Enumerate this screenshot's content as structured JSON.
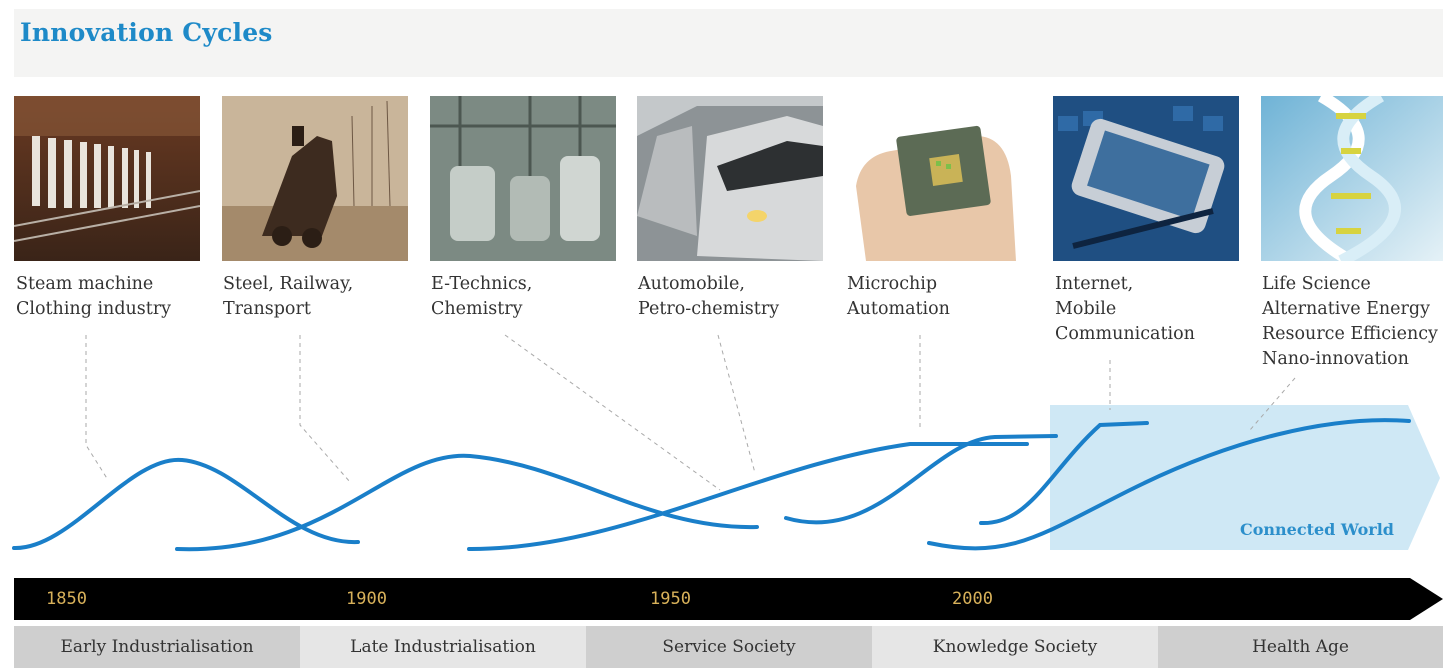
{
  "title": "Innovation Cycles",
  "eras": [
    {
      "lines": [
        "Steam machine",
        "Clothing industry"
      ],
      "image": "spinning-machine-image"
    },
    {
      "lines": [
        "Steel, Railway,",
        "Transport"
      ],
      "image": "steam-locomotive-image"
    },
    {
      "lines": [
        "E-Technics,",
        "Chemistry"
      ],
      "image": "chemical-plant-image"
    },
    {
      "lines": [
        "Automobile,",
        "Petro-chemistry"
      ],
      "image": "cars-traffic-image"
    },
    {
      "lines": [
        "Microchip",
        "Automation"
      ],
      "image": "microchip-image"
    },
    {
      "lines": [
        "Internet,",
        "Mobile",
        "Communication"
      ],
      "image": "mobile-phone-image"
    },
    {
      "lines": [
        "Life Science",
        "Alternative Energy",
        "Resource Efficiency",
        "Nano-innovation"
      ],
      "image": "dna-helix-image"
    }
  ],
  "connected_world": "Connected World",
  "timeline": {
    "years": [
      "1850",
      "1900",
      "1950",
      "2000"
    ]
  },
  "phases": [
    "Early Industrialisation",
    "Late Industrialisation",
    "Service Society",
    "Knowledge Society",
    "Health Age"
  ],
  "colors": {
    "accent": "#1e8ac8",
    "curve": "#1a7fc9",
    "highlight": "#cfe8f5",
    "timeline": "#000000",
    "year_text": "#d8b15a",
    "phase_dark": "#cfcfcf",
    "phase_light": "#e6e6e6"
  }
}
